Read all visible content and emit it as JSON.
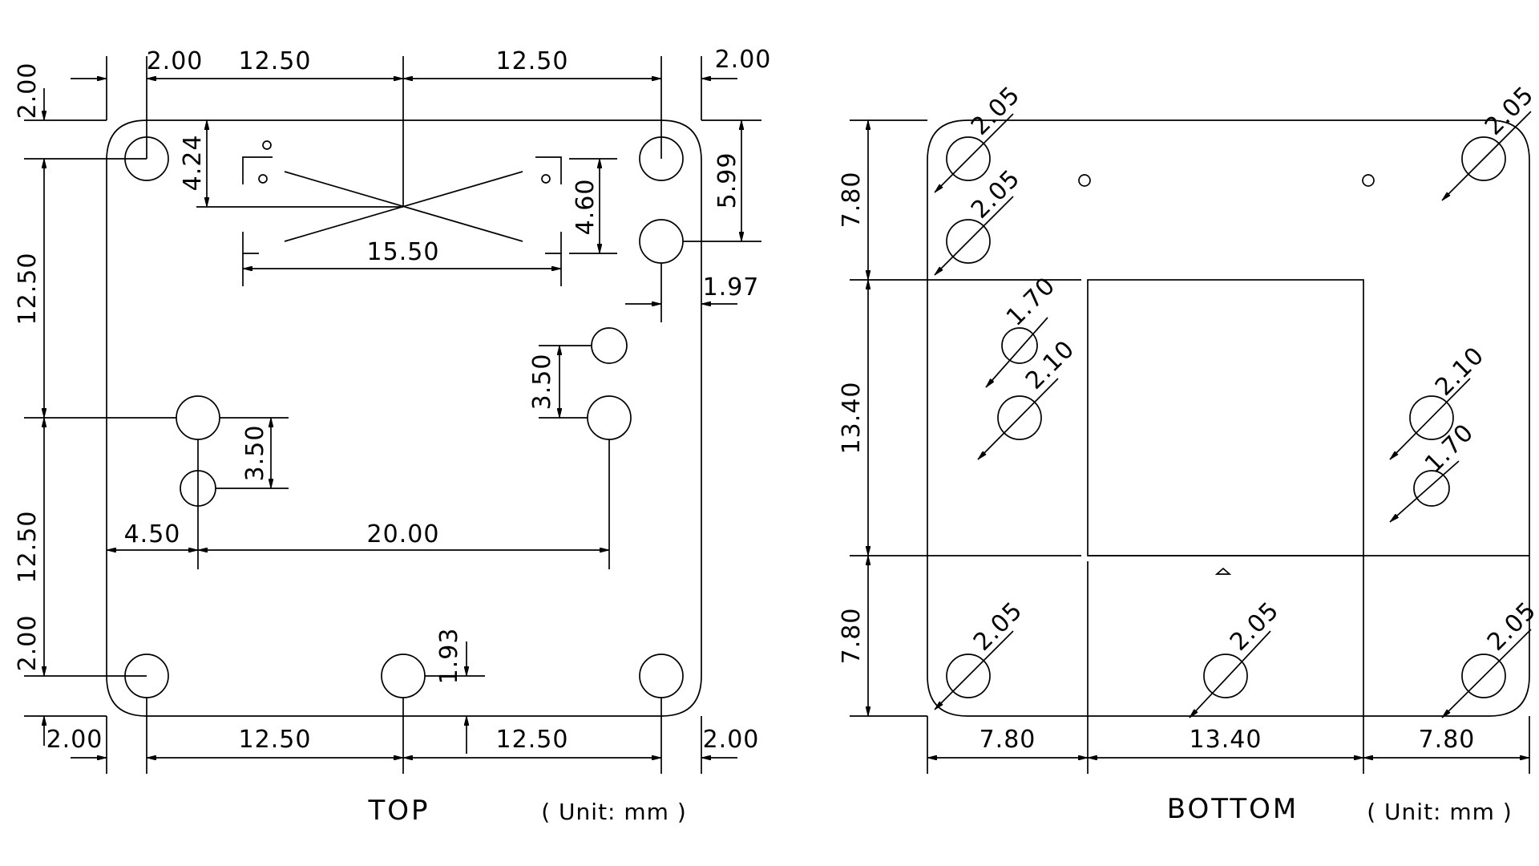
{
  "top_view": {
    "dimensions": {
      "top_left_margin": "2.00",
      "top_left_span": "12.50",
      "top_right_span": "12.50",
      "top_right_margin": "2.00",
      "left_top_margin": "2.00",
      "left_upper_span": "12.50",
      "left_lower_span": "12.50",
      "left_bottom_margin": "2.00",
      "sensor_height_offset": "4.24",
      "sensor_width": "15.50",
      "sensor_right_height": "4.60",
      "right_hole_offset": "5.99",
      "right_hole_inset": "1.97",
      "mid_right_spacing": "3.50",
      "mid_left_spacing": "3.50",
      "left_hole_offset": "4.50",
      "hole_spacing": "20.00",
      "bottom_hole_offset": "1.93",
      "bottom_left_margin": "2.00",
      "bottom_left_span": "12.50",
      "bottom_right_span": "12.50",
      "bottom_right_margin": "2.00"
    },
    "caption": "TOP",
    "unit_note": "( Unit: mm )"
  },
  "bottom_view": {
    "dimensions": {
      "left_upper": "7.80",
      "left_middle": "13.40",
      "left_lower": "7.80",
      "bottom_left": "7.80",
      "bottom_middle": "13.40",
      "bottom_right": "7.80"
    },
    "hole_diameters": {
      "top_left_1": "2.05",
      "top_left_2": "2.05",
      "top_right": "2.05",
      "mid_left_small": "1.70",
      "mid_left_large": "2.10",
      "mid_right_large": "2.10",
      "mid_right_small": "1.70",
      "bottom_left": "2.05",
      "bottom_middle": "2.05",
      "bottom_right": "2.05"
    },
    "caption": "BOTTOM",
    "unit_note": "( Unit: mm )"
  }
}
